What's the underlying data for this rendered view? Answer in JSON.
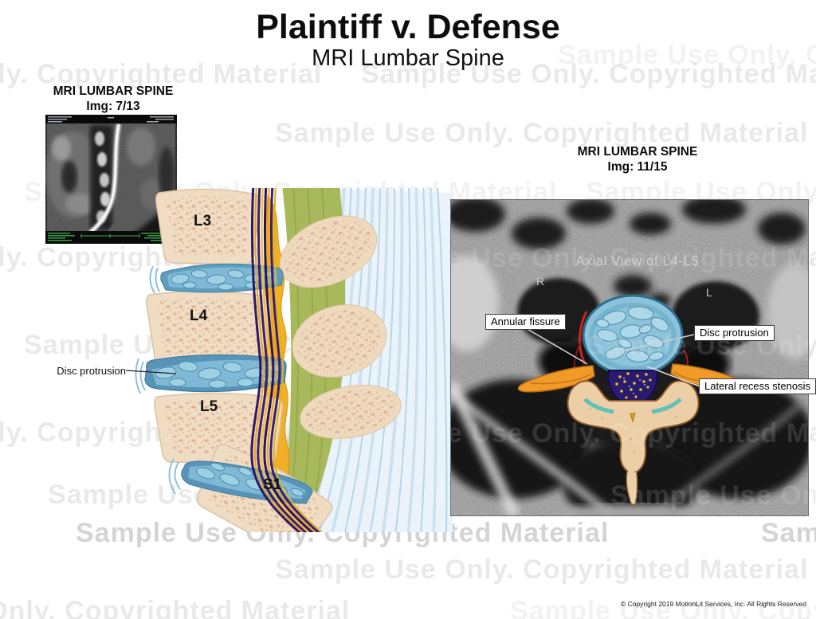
{
  "title": "Plaintiff v. Defense",
  "subtitle": "MRI Lumbar Spine",
  "watermark": {
    "text": "Sample Use Only. Copyrighted Material"
  },
  "left_panel": {
    "heading": "MRI LUMBAR SPINE",
    "image_index": "Img: 7/13",
    "vertebrae": [
      "L3",
      "L4",
      "L5",
      "S1"
    ],
    "annotation": "Disc protrusion"
  },
  "right_panel": {
    "heading": "MRI LUMBAR SPINE",
    "image_index": "Img: 11/15",
    "caption": "Axial View of L4-L5",
    "marker_right_side": "R",
    "marker_left_side": "L",
    "labels": {
      "annular_fissure": "Annular fissure",
      "disc_protrusion": "Disc protrusion",
      "lateral_recess_stenosis": "Lateral recess stenosis"
    }
  },
  "footer": {
    "copyright": "© Copyright 2019 MotionLit Services, Inc. All Rights Reserved"
  },
  "colors": {
    "disc_blue": "#7fb9d6",
    "disc_lobule": "#9ed0e4",
    "bone_tan": "#efdcc2",
    "speckle_rose": "#d08f77",
    "nerve_yellow": "#e8a51a",
    "nerve_purple": "#3a1e78",
    "ligament_green": "#a8b95c",
    "muscle_blue": "#cbe1f0",
    "axial_nerve_orange": "#f09a28",
    "thecal_purple": "#2a1a70",
    "fissure_red": "#c22222",
    "teal_lining": "#5fc0bd"
  }
}
